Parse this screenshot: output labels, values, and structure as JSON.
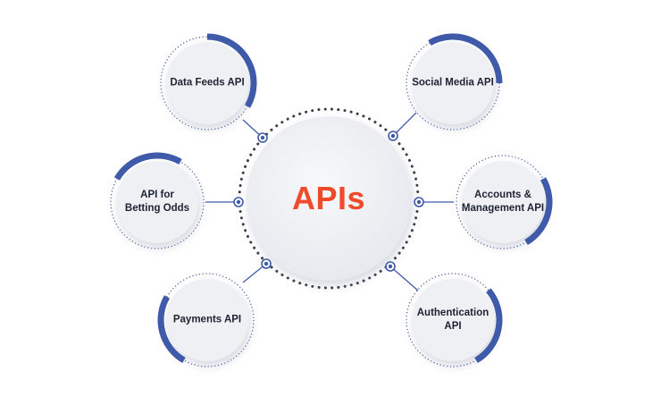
{
  "center": {
    "title": "APIs"
  },
  "nodes": [
    {
      "id": "data-feeds",
      "lines": [
        "Data Feeds API"
      ]
    },
    {
      "id": "social-media",
      "lines": [
        "Social Media API"
      ]
    },
    {
      "id": "betting-odds",
      "lines": [
        "API for",
        "Betting Odds"
      ]
    },
    {
      "id": "accounts-management",
      "lines": [
        "Accounts &",
        "Management API"
      ]
    },
    {
      "id": "payments",
      "lines": [
        "Payments API"
      ]
    },
    {
      "id": "authentication",
      "lines": [
        "Authentication",
        "API"
      ]
    }
  ],
  "colors": {
    "accent_blue": "#3f5aa8",
    "title_orange": "#ef4b2a",
    "circle_fill": "#eef0f4",
    "dot_ring": "#3a3d48",
    "text": "#1f2233"
  }
}
